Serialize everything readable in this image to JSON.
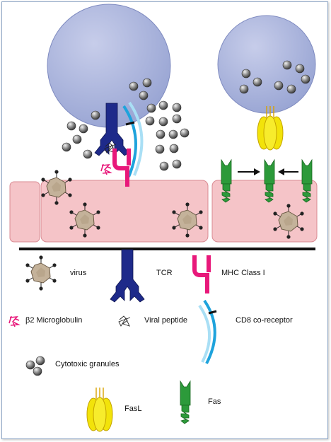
{
  "legend": {
    "virus": "virus",
    "tcr": "TCR",
    "mhc": "MHC Class I",
    "b2m": "β2 Microglobulin",
    "viral_peptide": "Viral peptide",
    "cd8": "CD8 co-receptor",
    "granules": "Cytotoxic granules",
    "fasl": "FasL",
    "fas": "Fas"
  },
  "colors": {
    "t_cell": "#a9b3d8",
    "target_cell": "#f5c4c8",
    "tcr": "#1e2a8a",
    "mhc": "#e8187a",
    "cd8": "#1ea3dc",
    "cd8_light": "#a9dff5",
    "fas": "#2c9a3a",
    "fasl": "#f2e30a",
    "granule": "#6d6d6d",
    "virus": "#c4b29a"
  },
  "icons": [
    "virus-icon",
    "tcr-icon",
    "mhc-class-i-icon",
    "b2-microglobulin-icon",
    "viral-peptide-icon",
    "cd8-coreceptor-icon",
    "cytotoxic-granule-icon",
    "fasl-icon",
    "fas-icon",
    "arrow-right-icon",
    "arrow-left-icon"
  ]
}
